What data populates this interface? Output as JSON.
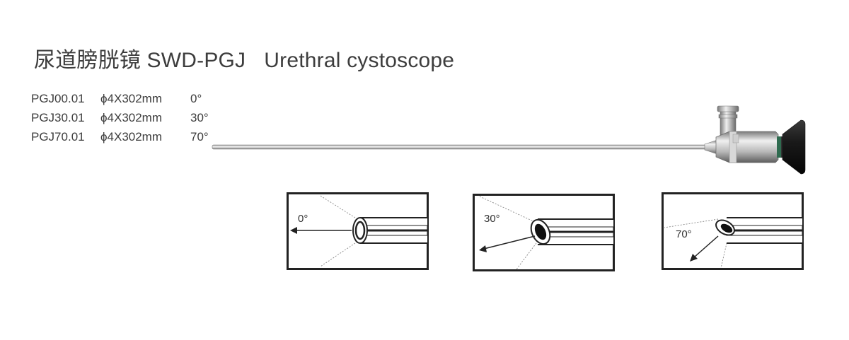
{
  "title": {
    "cn": "尿道膀胱镜 SWD-PGJ",
    "en": "Urethral cystoscope"
  },
  "models": [
    {
      "code": "PGJ00.01",
      "size": "ϕ4X302mm",
      "angle": "0°"
    },
    {
      "code": "PGJ30.01",
      "size": "ϕ4X302mm",
      "angle": "30°"
    },
    {
      "code": "PGJ70.01",
      "size": "ϕ4X302mm",
      "angle": "70°"
    }
  ],
  "diagrams": [
    {
      "label": "0°"
    },
    {
      "label": "30°"
    },
    {
      "label": "70°"
    }
  ]
}
